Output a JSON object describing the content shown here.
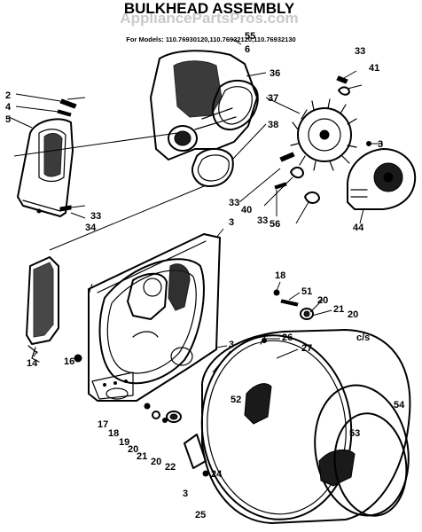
{
  "header": {
    "watermark": "AppliancePartsPros.com",
    "title": "BULKHEAD ASSEMBLY",
    "models_line": "For Models: 110.76930120,110.76932120,110.76932130"
  },
  "corner_mark": "c/s",
  "callouts": [
    "55",
    "6",
    "33",
    "41",
    "2",
    "4",
    "5",
    "36",
    "37",
    "38",
    "3",
    "33",
    "34",
    "33",
    "40",
    "33",
    "56",
    "44",
    "3",
    "18",
    "51",
    "20",
    "21",
    "20",
    "3",
    "26",
    "27",
    "14",
    "16",
    "52",
    "54",
    "53",
    "17",
    "18",
    "19",
    "20",
    "21",
    "20",
    "22",
    "24",
    "3",
    "25"
  ]
}
